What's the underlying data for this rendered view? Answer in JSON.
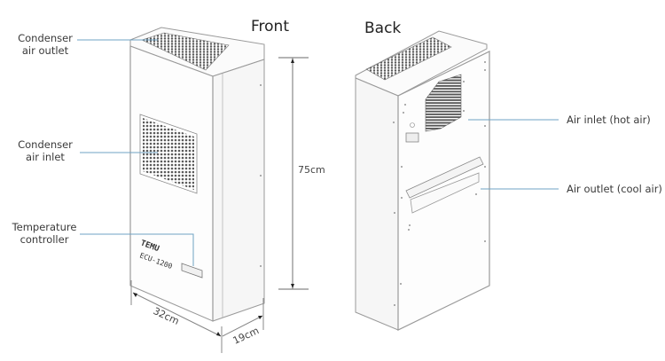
{
  "views": {
    "front": {
      "title": "Front"
    },
    "back": {
      "title": "Back"
    }
  },
  "callouts": {
    "condenser_outlet": {
      "line1": "Condenser",
      "line2": "air outlet"
    },
    "condenser_inlet": {
      "line1": "Condenser",
      "line2": "air inlet"
    },
    "temp_controller": {
      "line1": "Temperature",
      "line2": "controller"
    },
    "air_inlet": {
      "text": "Air inlet (hot air)"
    },
    "air_outlet": {
      "text": "Air outlet (cool air)"
    }
  },
  "dimensions": {
    "height": "75cm",
    "width": "32cm",
    "depth": "19cm"
  },
  "product": {
    "brand": "TEMU",
    "model": "ECU-1200"
  },
  "colors": {
    "leader_line": "#6fa3c4",
    "outline": "#9a9a9a",
    "grille": "#555555"
  }
}
